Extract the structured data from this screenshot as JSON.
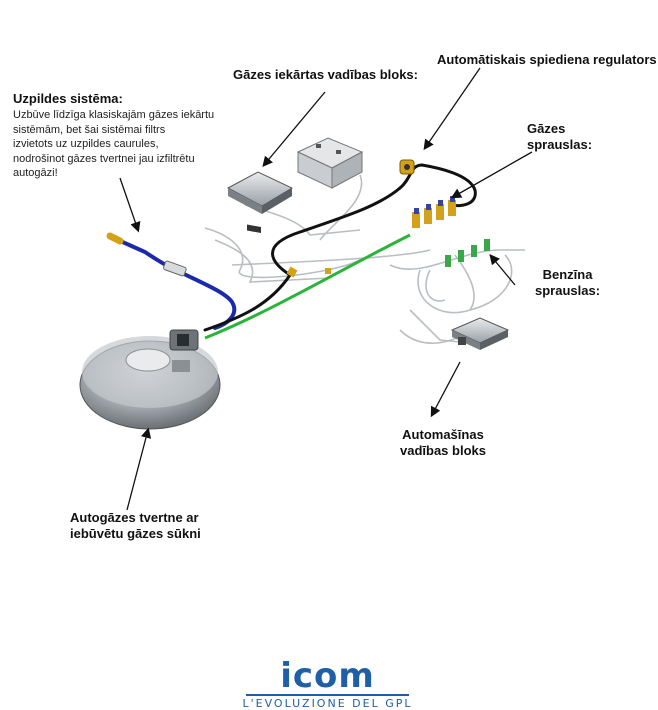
{
  "labels": {
    "fill_system_title": "Uzpildes sistēma:",
    "fill_system_note": [
      "Uzbūve līdzīga klasiskajām gāzes iekārtu",
      "sistēmām, bet šai sistēmai filtrs",
      "izvietots uz uzpildes caurules,",
      "nodrošinot gāzes tvertnei jau izfiltrētu",
      "autogāzi!"
    ],
    "gas_ecu": "Gāzes iekārtas vadības bloks:",
    "pressure_regulator": "Automātiskais spiediena regulators",
    "gas_injectors": [
      "Gāzes",
      "sprauslas:"
    ],
    "petrol_injectors": [
      "Benzīna",
      "sprauslas:"
    ],
    "car_ecu": [
      "Automašīnas",
      "vadības bloks"
    ],
    "tank": [
      "Autogāzes tvertne ar",
      "iebūvētu gāzes sūkni"
    ]
  },
  "logo": {
    "word": "icom",
    "tagline": "L'EVOLUZIONE DEL GPL"
  },
  "colors": {
    "fill_pipe": "#1a2aa8",
    "liquid_pipe": "#2bb33a",
    "gas_pipe": "#111111",
    "logo": "#1f5fa8",
    "injector": "#d4a21a"
  }
}
